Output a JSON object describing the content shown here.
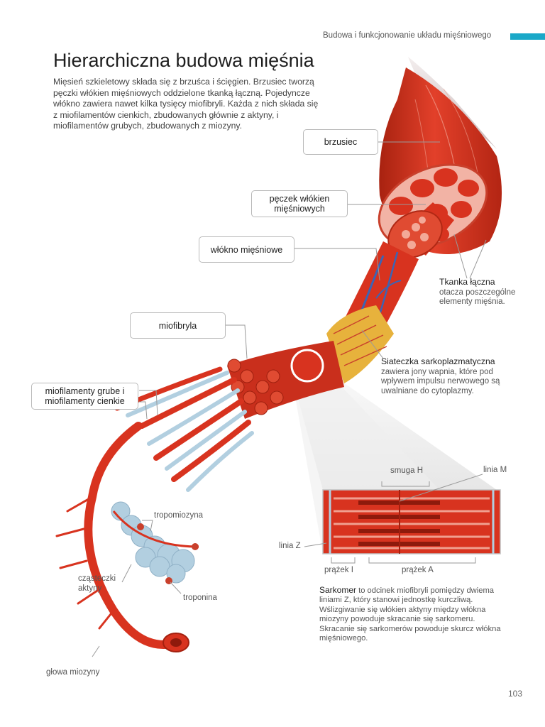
{
  "header": {
    "section": "Budowa i funkcjonowanie układu mięśniowego",
    "accent_color": "#1aa8c8"
  },
  "title": "Hierarchiczna budowa mięśnia",
  "intro": "Mięsień szkieletowy składa się z brzuśca i ścięgien. Brzusiec tworzą pęczki włókien mięśniowych oddzielone tkanką łączną. Pojedyncze włókno zawiera nawet kilka tysięcy miofibryli. Każda z nich składa się z miofilamentów cienkich, zbudowanych głównie z aktyny, i miofilamentów grubych, zbudowanych z miozyny.",
  "labels": {
    "brzusiec": "brzusiec",
    "peczek": "pęczek włókien mięśniowych",
    "wlokno": "włókno mięśniowe",
    "miofibryla": "miofibryla",
    "miofilamenty": "miofilamenty grube i miofilamenty cienkie",
    "tropomiozyna": "tropomiozyna",
    "czasteczki_aktyny": "cząsteczki aktyny",
    "troponina": "troponina",
    "glowa_miozyny": "głowa miozyny",
    "smuga_h": "smuga H",
    "linia_m": "linia M",
    "linia_z": "linia Z",
    "prazek_i": "prążek I",
    "prazek_a": "prążek A"
  },
  "notes": {
    "tkanka_title": "Tkanka łączna",
    "tkanka_text": "otacza poszczególne elementy mięśnia.",
    "siateczka_title": "Siateczka sarkoplazmatyczna",
    "siateczka_text": "zawiera jony wapnia, które pod wpływem impulsu nerwowego są uwalniane do cytoplazmy."
  },
  "sarkomer": {
    "term": "Sarkomer",
    "text": " to odcinek miofibryli pomiędzy dwiema liniami Z, który stanowi jednostkę kurczliwą. Wślizgiwanie się włókien aktyny między włókna miozyny powoduje skracanie się sarkomeru. Skracanie się sarkomerów powoduje skurcz włókna mięśniowego."
  },
  "page_number": "103",
  "colors": {
    "muscle_red": "#d8331f",
    "muscle_dark": "#a4200f",
    "actin_blue": "#b2cfe0",
    "vessel_blue": "#3c64b4",
    "reticulum_yellow": "#e7b23c"
  }
}
